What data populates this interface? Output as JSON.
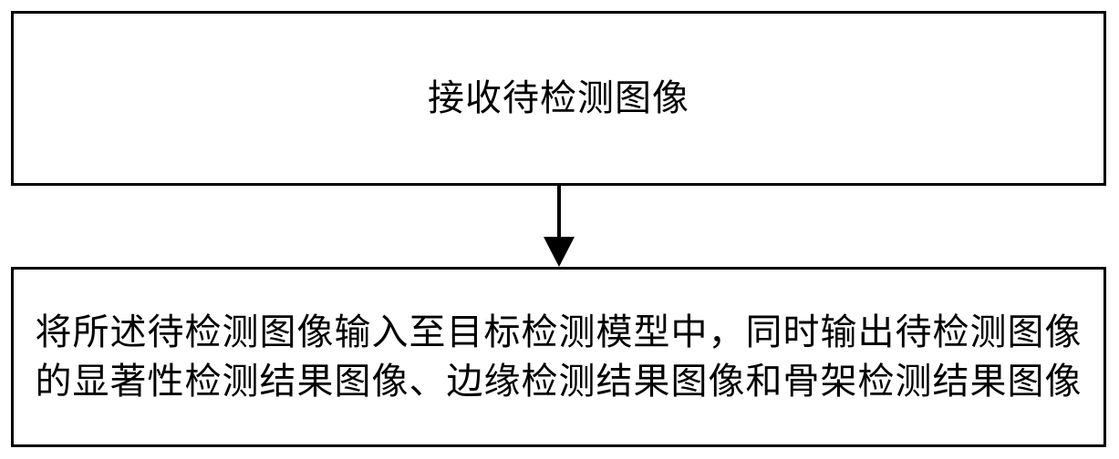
{
  "diagram": {
    "type": "flowchart",
    "steps": [
      {
        "label": "接收待检测图像"
      },
      {
        "label": "将所述待检测图像输入至目标检测模型中，同时输出待检测图像的显著性检测结果图像、边缘检测结果图像和骨架检测结果图像"
      }
    ],
    "line_color": "#000000",
    "background_color": "#ffffff"
  }
}
